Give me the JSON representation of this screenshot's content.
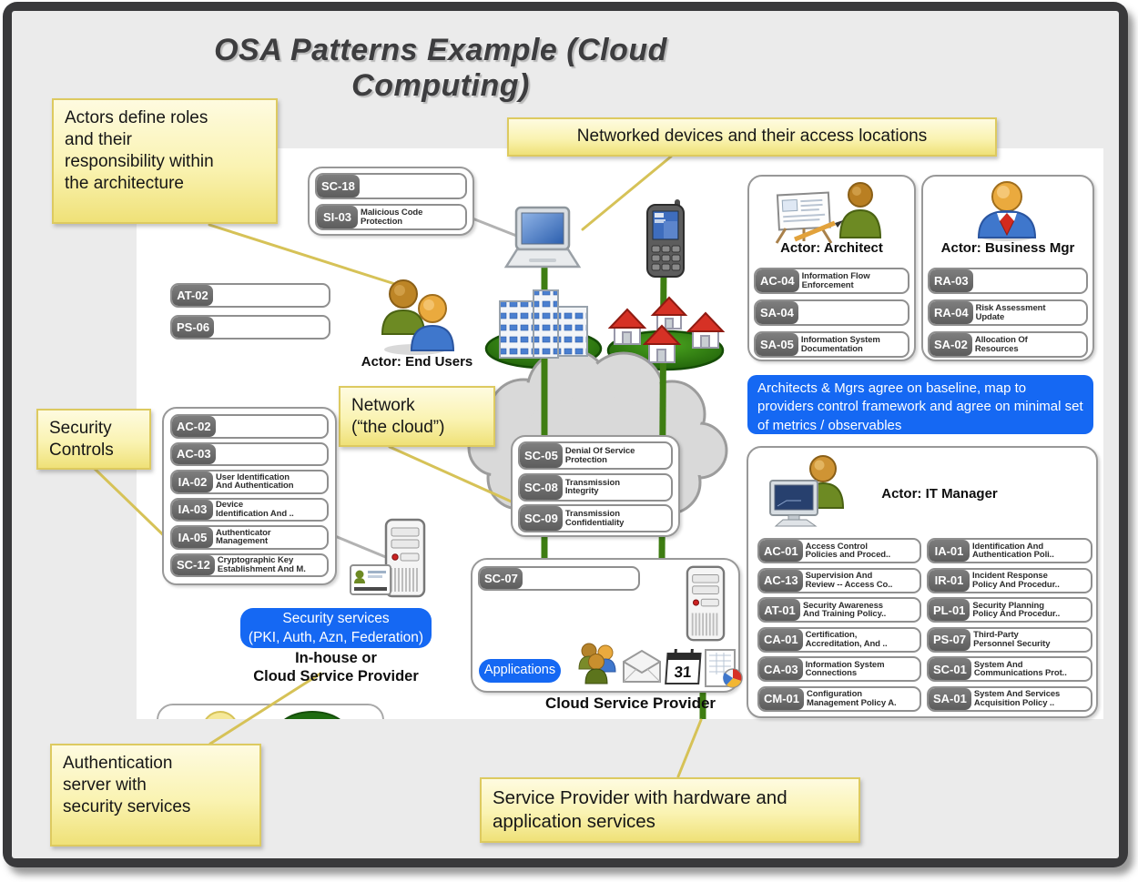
{
  "title": "OSA Patterns Example (Cloud Computing)",
  "notes": {
    "actors": "Actors define roles\nand their\nresponsibility within\nthe architecture",
    "devices": "Networked devices and their access locations",
    "security_controls": "Security Controls",
    "network": "Network\n(“the cloud”)",
    "auth_server": "Authentication\nserver with\nsecurity services",
    "service_provider": "Service Provider with hardware and\napplication services"
  },
  "actors": {
    "end_users": "Actor: End Users",
    "architect": "Actor: Architect",
    "business_mgr": "Actor: Business Mgr",
    "it_manager": "Actor: IT Manager"
  },
  "labels": {
    "security_services": "Security services\n(PKI, Auth, Azn, Federation)",
    "in_house": "In-house or\nCloud Service Provider",
    "applications": "Applications",
    "cloud_provider": "Cloud Service Provider",
    "agreement": "Architects & Mgrs agree on baseline, map to providers control framework and agree on minimal set of metrics / observables"
  },
  "controls": {
    "device_group": [
      {
        "id": "SC-18",
        "label": ""
      },
      {
        "id": "SI-03",
        "label": "Malicious Code\nProtection"
      }
    ],
    "end_user": [
      {
        "id": "AT-02",
        "label": ""
      },
      {
        "id": "PS-06",
        "label": ""
      }
    ],
    "identity": [
      {
        "id": "AC-02",
        "label": ""
      },
      {
        "id": "AC-03",
        "label": ""
      },
      {
        "id": "IA-02",
        "label": "User Identification\nAnd Authentication"
      },
      {
        "id": "IA-03",
        "label": "Device\nIdentification And .."
      },
      {
        "id": "IA-05",
        "label": "Authenticator\nManagement"
      },
      {
        "id": "SC-12",
        "label": "Cryptographic Key\nEstablishment And M."
      }
    ],
    "network": [
      {
        "id": "SC-05",
        "label": "Denial Of Service\nProtection"
      },
      {
        "id": "SC-08",
        "label": "Transmission\nIntegrity"
      },
      {
        "id": "SC-09",
        "label": "Transmission\nConfidentiality"
      }
    ],
    "provider": [
      {
        "id": "SC-07",
        "label": ""
      }
    ],
    "architect": [
      {
        "id": "AC-04",
        "label": "Information Flow\nEnforcement"
      },
      {
        "id": "SA-04",
        "label": ""
      },
      {
        "id": "SA-05",
        "label": "Information System\nDocumentation"
      }
    ],
    "business_mgr": [
      {
        "id": "RA-03",
        "label": ""
      },
      {
        "id": "RA-04",
        "label": "Risk Assessment\nUpdate"
      },
      {
        "id": "SA-02",
        "label": "Allocation Of\nResources"
      }
    ],
    "it_left": [
      {
        "id": "AC-01",
        "label": "Access Control\nPolicies and Proced.."
      },
      {
        "id": "AC-13",
        "label": "Supervision And\nReview -- Access Co.."
      },
      {
        "id": "AT-01",
        "label": "Security Awareness\nAnd Training Policy.."
      },
      {
        "id": "CA-01",
        "label": "Certification,\nAccreditation, And .."
      },
      {
        "id": "CA-03",
        "label": "Information System\nConnections"
      },
      {
        "id": "CM-01",
        "label": "Configuration\nManagement Policy A."
      }
    ],
    "it_right": [
      {
        "id": "IA-01",
        "label": "Identification And\nAuthentication Poli.."
      },
      {
        "id": "IR-01",
        "label": "Incident Response\nPolicy And Procedur.."
      },
      {
        "id": "PL-01",
        "label": "Security Planning\nPolicy And Procedur.."
      },
      {
        "id": "PS-07",
        "label": "Third-Party\nPersonnel Security"
      },
      {
        "id": "SC-01",
        "label": "System And\nCommunications Prot.."
      },
      {
        "id": "SA-01",
        "label": "System And Services\nAcquisition Policy .."
      }
    ]
  },
  "icons": {
    "calendar_day": "31"
  },
  "colors": {
    "accent_blue": "#1568f3",
    "note_yellow": "#f6ec9c",
    "badge_gray": "#6e6e6e",
    "link_green": "#3e7d12",
    "leader_yellow": "#d6c257"
  }
}
